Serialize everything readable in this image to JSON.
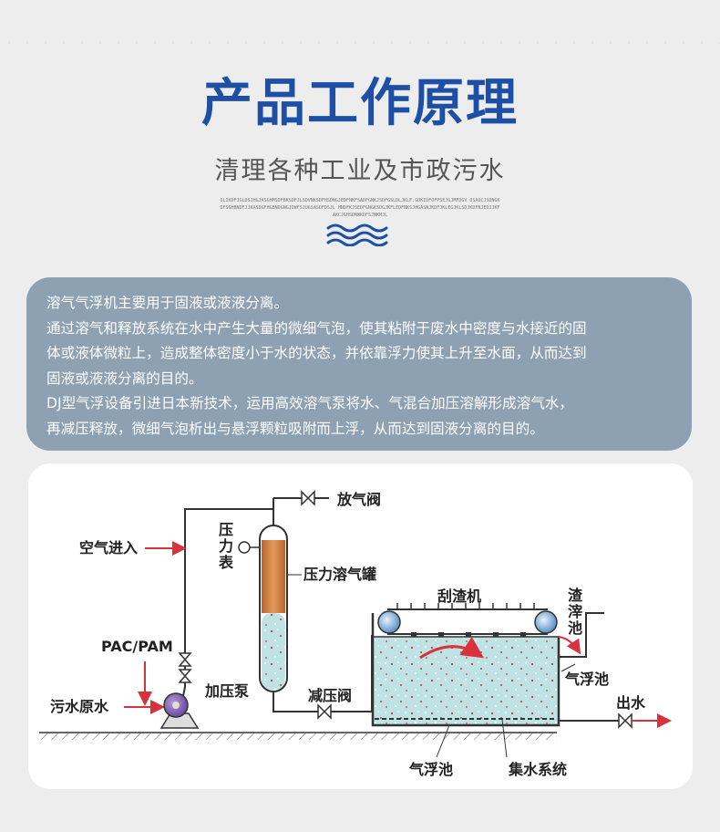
{
  "header": {
    "title": "产品工作原理",
    "subtitle": "清理各种工业及市政污水",
    "tiny_text": "OLIKDFJGLDSJHGJKSGHMSDFBKSDFJLSDVNKSDFHSDNGJEDFNKFSADFGNKJSDFGSLDLJKLF.GDKIDFOFPSEJGJMFDGV OSAOCJSDNGKDFSGHBNDFJJKASDGFHGBNDGNGJDWFSJUGSASDFDSJL HNDFKJSEDFGNGKSDGJKFLEDFNKSJHGASNJKDFJKLEGJKLSDJKDFNJEDJJKFAKCJGHSDNWKDFSJNKMJL"
  },
  "description": {
    "lines": [
      "溶气气浮机主要用于固液或液液分离。",
      "通过溶气和释放系统在水中产生大量的微细气泡，使其粘附于废水中密度与水接近的固",
      "体或液体微粒上，造成整体密度小于水的状态，并依靠浮力使其上升至水面，从而达到",
      "固液或液液分离的目的。",
      "DJ型气浮设备引进日本新技术，运用高效溶气泵将水、气混合加压溶解形成溶气水，",
      "再减压释放，微细气泡析出与悬浮颗粒吸附而上浮，从而达到固液分离的目的。"
    ]
  },
  "diagram": {
    "labels": {
      "vent_valve": "放气阀",
      "air_inlet": "空气进入",
      "pressure_gauge": [
        "压",
        "力",
        "表"
      ],
      "tank": "压力溶气罐",
      "scraper": "刮渣机",
      "sludge_tank": [
        "渣",
        "滓",
        "池"
      ],
      "pac_pam": "PAC/PAM",
      "pump": "加压泵",
      "relief_valve": "减压阀",
      "flotation_tank_right": "气浮池",
      "outlet": "出水",
      "raw_water": "污水原水",
      "flotation_tank_bottom": "气浮池",
      "collection": "集水系统"
    }
  },
  "colors": {
    "title": "#1d4fa6",
    "box": "#8ea1b2",
    "arrow_red": "#d8333c",
    "water": "#bfe2e4",
    "tank_copper": "#d4874a"
  }
}
